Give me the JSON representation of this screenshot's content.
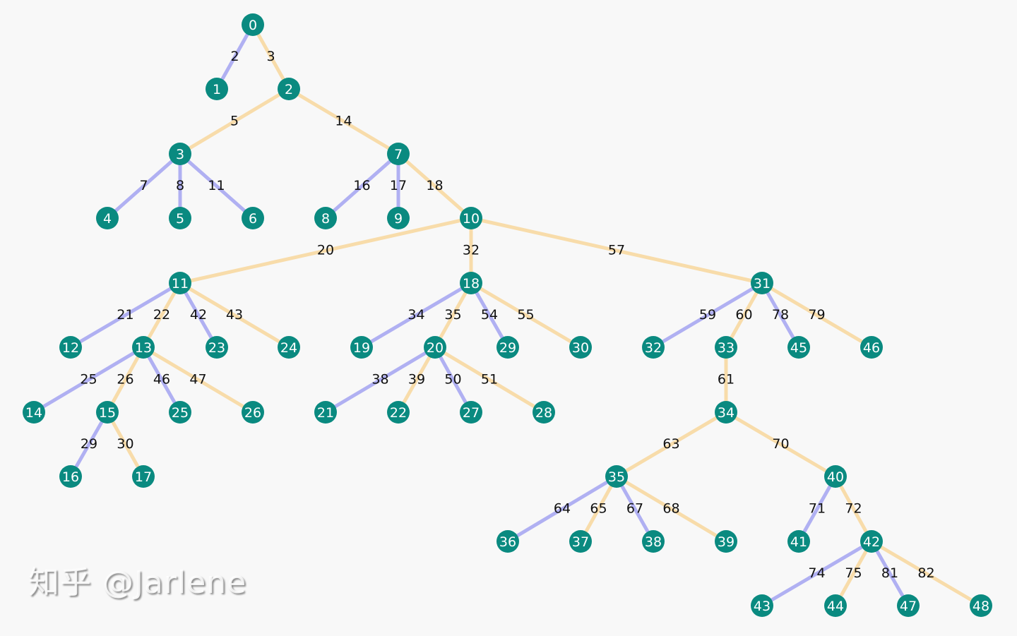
{
  "colors": {
    "background": "#f8f8f8",
    "node": "#0a8a80",
    "edge_blue": "#b0b0f2",
    "edge_orange": "#f8dcaa",
    "node_text": "#ffffff",
    "label_text": "#111111"
  },
  "nodes": [
    "0",
    "1",
    "2",
    "3",
    "4",
    "5",
    "6",
    "7",
    "8",
    "9",
    "10",
    "11",
    "12",
    "13",
    "14",
    "15",
    "16",
    "17",
    "18",
    "19",
    "20",
    "21",
    "22",
    "23",
    "24",
    "25",
    "26",
    "27",
    "28",
    "29",
    "30",
    "31",
    "32",
    "33",
    "34",
    "35",
    "36",
    "37",
    "38",
    "39",
    "40",
    "41",
    "42",
    "43",
    "44",
    "45",
    "46",
    "47",
    "48"
  ],
  "edges": [
    {
      "from": "0",
      "to": "1",
      "label": "2",
      "color": "blue"
    },
    {
      "from": "0",
      "to": "2",
      "label": "3",
      "color": "orange"
    },
    {
      "from": "2",
      "to": "3",
      "label": "5",
      "color": "orange"
    },
    {
      "from": "2",
      "to": "7",
      "label": "14",
      "color": "orange"
    },
    {
      "from": "3",
      "to": "4",
      "label": "7",
      "color": "blue"
    },
    {
      "from": "3",
      "to": "5",
      "label": "8",
      "color": "blue"
    },
    {
      "from": "3",
      "to": "6",
      "label": "11",
      "color": "blue"
    },
    {
      "from": "7",
      "to": "8",
      "label": "16",
      "color": "blue"
    },
    {
      "from": "7",
      "to": "9",
      "label": "17",
      "color": "blue"
    },
    {
      "from": "7",
      "to": "10",
      "label": "18",
      "color": "orange"
    },
    {
      "from": "10",
      "to": "11",
      "label": "20",
      "color": "orange"
    },
    {
      "from": "10",
      "to": "18",
      "label": "32",
      "color": "orange"
    },
    {
      "from": "10",
      "to": "31",
      "label": "57",
      "color": "orange"
    },
    {
      "from": "11",
      "to": "12",
      "label": "21",
      "color": "blue"
    },
    {
      "from": "11",
      "to": "13",
      "label": "22",
      "color": "orange"
    },
    {
      "from": "11",
      "to": "23",
      "label": "42",
      "color": "blue"
    },
    {
      "from": "11",
      "to": "24",
      "label": "43",
      "color": "orange"
    },
    {
      "from": "13",
      "to": "14",
      "label": "25",
      "color": "blue"
    },
    {
      "from": "13",
      "to": "15",
      "label": "26",
      "color": "orange"
    },
    {
      "from": "13",
      "to": "25",
      "label": "46",
      "color": "blue"
    },
    {
      "from": "13",
      "to": "26",
      "label": "47",
      "color": "orange"
    },
    {
      "from": "15",
      "to": "16",
      "label": "29",
      "color": "blue"
    },
    {
      "from": "15",
      "to": "17",
      "label": "30",
      "color": "orange"
    },
    {
      "from": "18",
      "to": "19",
      "label": "34",
      "color": "blue"
    },
    {
      "from": "18",
      "to": "20",
      "label": "35",
      "color": "orange"
    },
    {
      "from": "18",
      "to": "29",
      "label": "54",
      "color": "blue"
    },
    {
      "from": "18",
      "to": "30",
      "label": "55",
      "color": "orange"
    },
    {
      "from": "20",
      "to": "21",
      "label": "38",
      "color": "blue"
    },
    {
      "from": "20",
      "to": "22",
      "label": "39",
      "color": "orange"
    },
    {
      "from": "20",
      "to": "27",
      "label": "50",
      "color": "blue"
    },
    {
      "from": "20",
      "to": "28",
      "label": "51",
      "color": "orange"
    },
    {
      "from": "31",
      "to": "32",
      "label": "59",
      "color": "blue"
    },
    {
      "from": "31",
      "to": "33",
      "label": "60",
      "color": "orange"
    },
    {
      "from": "31",
      "to": "45",
      "label": "78",
      "color": "blue"
    },
    {
      "from": "31",
      "to": "46",
      "label": "79",
      "color": "orange"
    },
    {
      "from": "33",
      "to": "34",
      "label": "61",
      "color": "orange"
    },
    {
      "from": "34",
      "to": "35",
      "label": "63",
      "color": "orange"
    },
    {
      "from": "34",
      "to": "40",
      "label": "70",
      "color": "orange"
    },
    {
      "from": "35",
      "to": "36",
      "label": "64",
      "color": "blue"
    },
    {
      "from": "35",
      "to": "37",
      "label": "65",
      "color": "orange"
    },
    {
      "from": "35",
      "to": "38",
      "label": "67",
      "color": "blue"
    },
    {
      "from": "35",
      "to": "39",
      "label": "68",
      "color": "orange"
    },
    {
      "from": "40",
      "to": "41",
      "label": "71",
      "color": "blue"
    },
    {
      "from": "40",
      "to": "42",
      "label": "72",
      "color": "orange"
    },
    {
      "from": "42",
      "to": "43",
      "label": "74",
      "color": "blue"
    },
    {
      "from": "42",
      "to": "44",
      "label": "75",
      "color": "orange"
    },
    {
      "from": "42",
      "to": "47",
      "label": "81",
      "color": "blue"
    },
    {
      "from": "42",
      "to": "48",
      "label": "82",
      "color": "orange"
    }
  ],
  "watermark": "知乎 @Jarlene"
}
